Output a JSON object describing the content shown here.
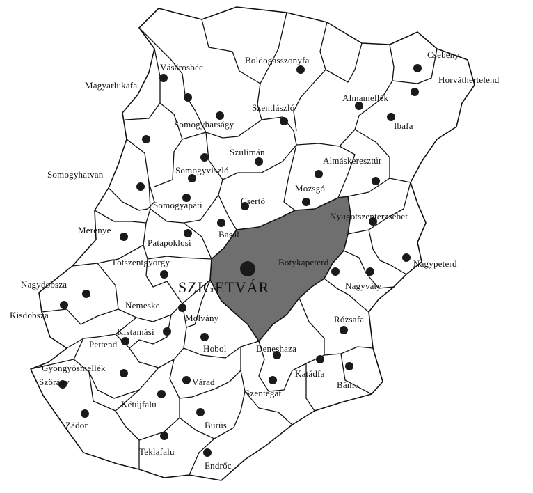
{
  "map": {
    "center_town": "SZIGETVÁR",
    "colors": {
      "center_region": "#6f6f6f",
      "ink": "#111111",
      "background": "#ffffff"
    },
    "villages": [
      {
        "key": "csebeny",
        "name": "Csebény"
      },
      {
        "key": "horvathertelend",
        "name": "Horváthertelend"
      },
      {
        "key": "boldogasszonyfa",
        "name": "Boldogasszonyfa"
      },
      {
        "key": "vasarosbec",
        "name": "Vásárosbéc"
      },
      {
        "key": "magyarlukafa",
        "name": "Magyarlukafa"
      },
      {
        "key": "almamellek",
        "name": "Almamellék"
      },
      {
        "key": "szentlaszlo",
        "name": "Szentlászló"
      },
      {
        "key": "ibafa",
        "name": "Ibafa"
      },
      {
        "key": "somogyharsagy",
        "name": "Somogyharságy"
      },
      {
        "key": "szulimán",
        "name": "Szulimán"
      },
      {
        "key": "almaskeresztur",
        "name": "Almáskeresztúr"
      },
      {
        "key": "somogyhatvan",
        "name": "Somogyhatvan"
      },
      {
        "key": "somogyviszlo",
        "name": "Somogyviszló"
      },
      {
        "key": "mozsgo",
        "name": "Mozsgó"
      },
      {
        "key": "somogyapati",
        "name": "Somogyapáti"
      },
      {
        "key": "cserto",
        "name": "Csertő"
      },
      {
        "key": "nyugotszenterzsebet",
        "name": "Nyugotszenterzsébet"
      },
      {
        "key": "merenye",
        "name": "Merenye"
      },
      {
        "key": "basal",
        "name": "Basal"
      },
      {
        "key": "patapoklosi",
        "name": "Patapoklosi"
      },
      {
        "key": "totszentgyorgy",
        "name": "Tótszentgyörgy"
      },
      {
        "key": "botykapeterd",
        "name": "Botykapeterd"
      },
      {
        "key": "nagypeterd",
        "name": "Nagypeterd"
      },
      {
        "key": "nagydobsza",
        "name": "Nagydobsza"
      },
      {
        "key": "nagyvaty",
        "name": "Nagyváty"
      },
      {
        "key": "nemeske",
        "name": "Nemeske"
      },
      {
        "key": "kisdobsza",
        "name": "Kisdobsza"
      },
      {
        "key": "molvany",
        "name": "Molvány"
      },
      {
        "key": "kistamasi",
        "name": "Kistamási"
      },
      {
        "key": "rozsafa",
        "name": "Rózsafa"
      },
      {
        "key": "pettend",
        "name": "Pettend"
      },
      {
        "key": "hobol",
        "name": "Hobol"
      },
      {
        "key": "deneshaza",
        "name": "Deneshaza"
      },
      {
        "key": "gyongyosmellek",
        "name": "Gyöngyösmellék"
      },
      {
        "key": "katadfa",
        "name": "Katádfa"
      },
      {
        "key": "szorany",
        "name": "Szörány"
      },
      {
        "key": "varad",
        "name": "Várad"
      },
      {
        "key": "banfa",
        "name": "Bánfa"
      },
      {
        "key": "ketujfalu",
        "name": "Kétújfalu"
      },
      {
        "key": "szentegat",
        "name": "Szentegát"
      },
      {
        "key": "zador",
        "name": "Zádor"
      },
      {
        "key": "burus",
        "name": "Bürüs"
      },
      {
        "key": "teklafalu",
        "name": "Teklafalu"
      },
      {
        "key": "endrod",
        "name": "Endrőc"
      }
    ]
  }
}
